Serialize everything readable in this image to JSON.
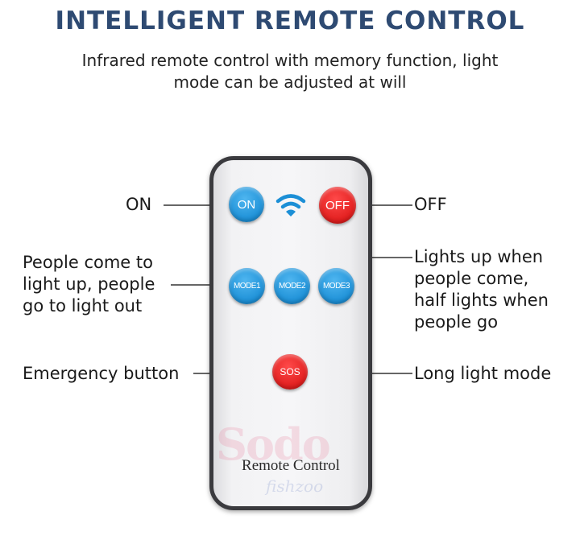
{
  "header": {
    "title": "INTELLIGENT REMOTE CONTROL",
    "subtitle_line1": "Infrared remote control with memory function, light",
    "subtitle_line2": "mode can be adjusted at will"
  },
  "remote": {
    "label": "Remote Control",
    "watermark": "Sodo",
    "watermark_small": "fishzoo",
    "ir_icon": "wifi-signal-icon",
    "buttons": {
      "on": "ON",
      "off": "OFF",
      "mode1": "MODE1",
      "mode2": "MODE2",
      "mode3": "MODE3",
      "sos": "SOS"
    },
    "colors": {
      "blue_button": "#1c8fd6",
      "red_button": "#e01d1d",
      "title": "#2e4a72"
    }
  },
  "callouts": {
    "on": "ON",
    "off": "OFF",
    "mode1": [
      "People come to",
      "light up, people",
      "go to light out"
    ],
    "mode2": [
      "Lights up when",
      "people come,",
      "half lights when",
      "people go"
    ],
    "mode3": "Long light mode",
    "sos": "Emergency button"
  }
}
